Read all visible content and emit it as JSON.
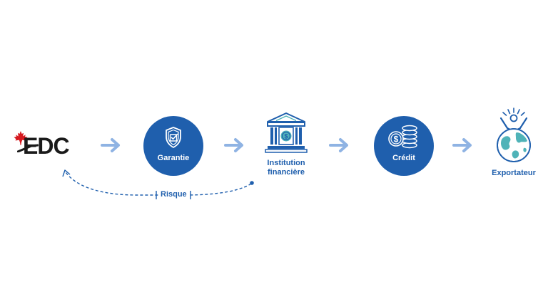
{
  "logo": {
    "text": "EDC"
  },
  "steps": {
    "guarantee": {
      "label": "Garantie"
    },
    "institution": {
      "label_line1": "Institution",
      "label_line2": "financière"
    },
    "credit": {
      "label": "Crédit"
    },
    "exporter": {
      "label": "Exportateur"
    }
  },
  "risk": {
    "label": "Risque"
  },
  "colors": {
    "primary": "#1f5fad",
    "arrow": "#8fb3e3",
    "maple": "#d6191f",
    "teal": "#4fb3b8"
  },
  "icons": [
    "maple-leaf-icon",
    "shield-check-icon",
    "bank-icon",
    "coins-icon",
    "globe-person-icon"
  ]
}
